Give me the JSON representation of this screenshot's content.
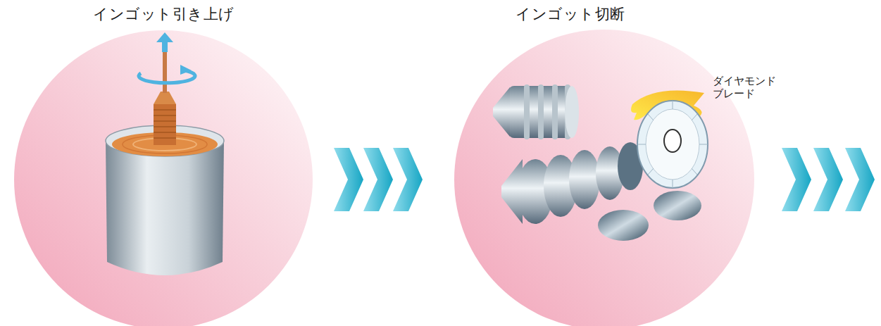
{
  "diagram": {
    "nodes": [
      {
        "text": [
          "インゴット引き上げ"
        ]
      },
      {
        "text": [
          "インゴット切断"
        ]
      }
    ],
    "edges": [
      {
        "from": 0,
        "to": 1,
        "arrow": "to"
      }
    ],
    "labels": [
      "ダイヤモンド ブレード"
    ]
  }
}
